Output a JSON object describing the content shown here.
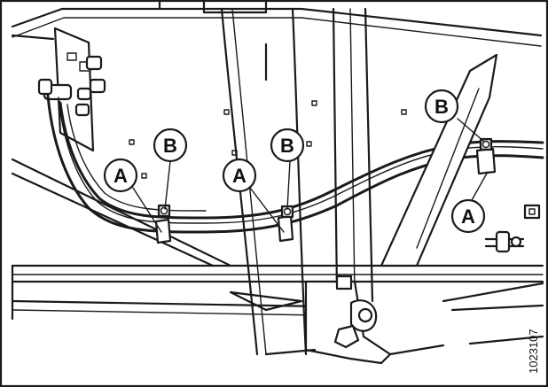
{
  "labels": {
    "a": "A",
    "b": "B"
  },
  "document_number": "1023107",
  "colors": {
    "line": "#1a1a1a",
    "background": "#ffffff",
    "shade": "#d9d9d9"
  }
}
